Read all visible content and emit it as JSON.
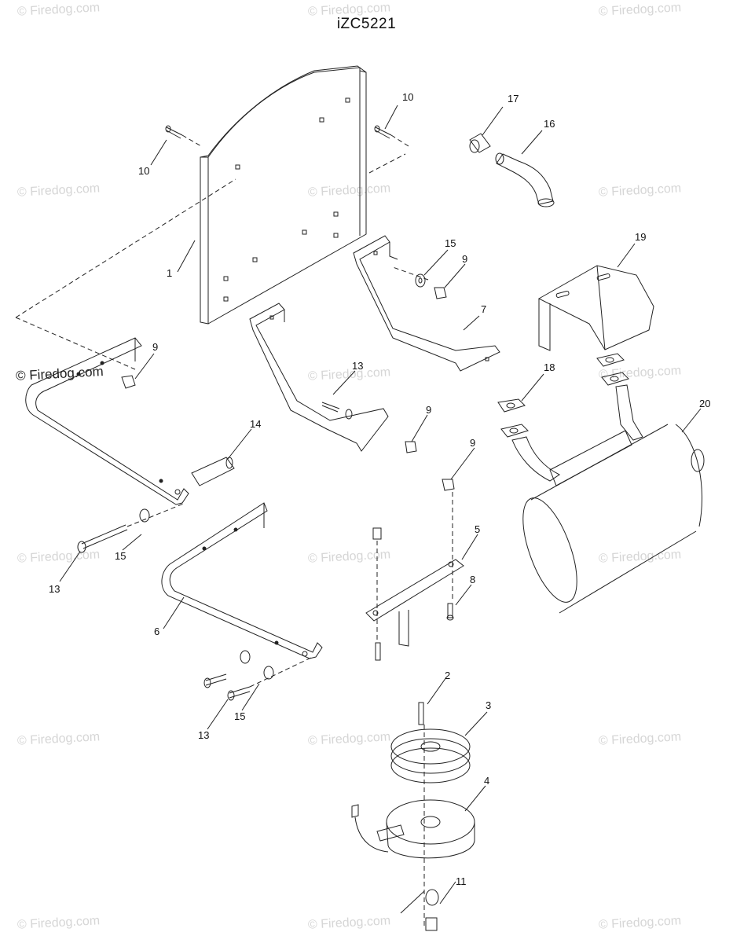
{
  "title": "iZC5221",
  "watermark": "© Firedog.com",
  "watermark_strong": "© Firedog.com",
  "callouts": {
    "p1": "1",
    "p2": "2",
    "p3": "3",
    "p4": "4",
    "p5": "5",
    "p6": "6",
    "p7": "7",
    "p8": "8",
    "p9a": "9",
    "p9b": "9",
    "p9c": "9",
    "p9d": "9",
    "p10a": "10",
    "p10b": "10",
    "p11": "11",
    "p13a": "13",
    "p13b": "13",
    "p13c": "13",
    "p14": "14",
    "p15a": "15",
    "p15b": "15",
    "p15c": "15",
    "p16": "16",
    "p17": "17",
    "p18": "18",
    "p19": "19",
    "p20": "20"
  }
}
